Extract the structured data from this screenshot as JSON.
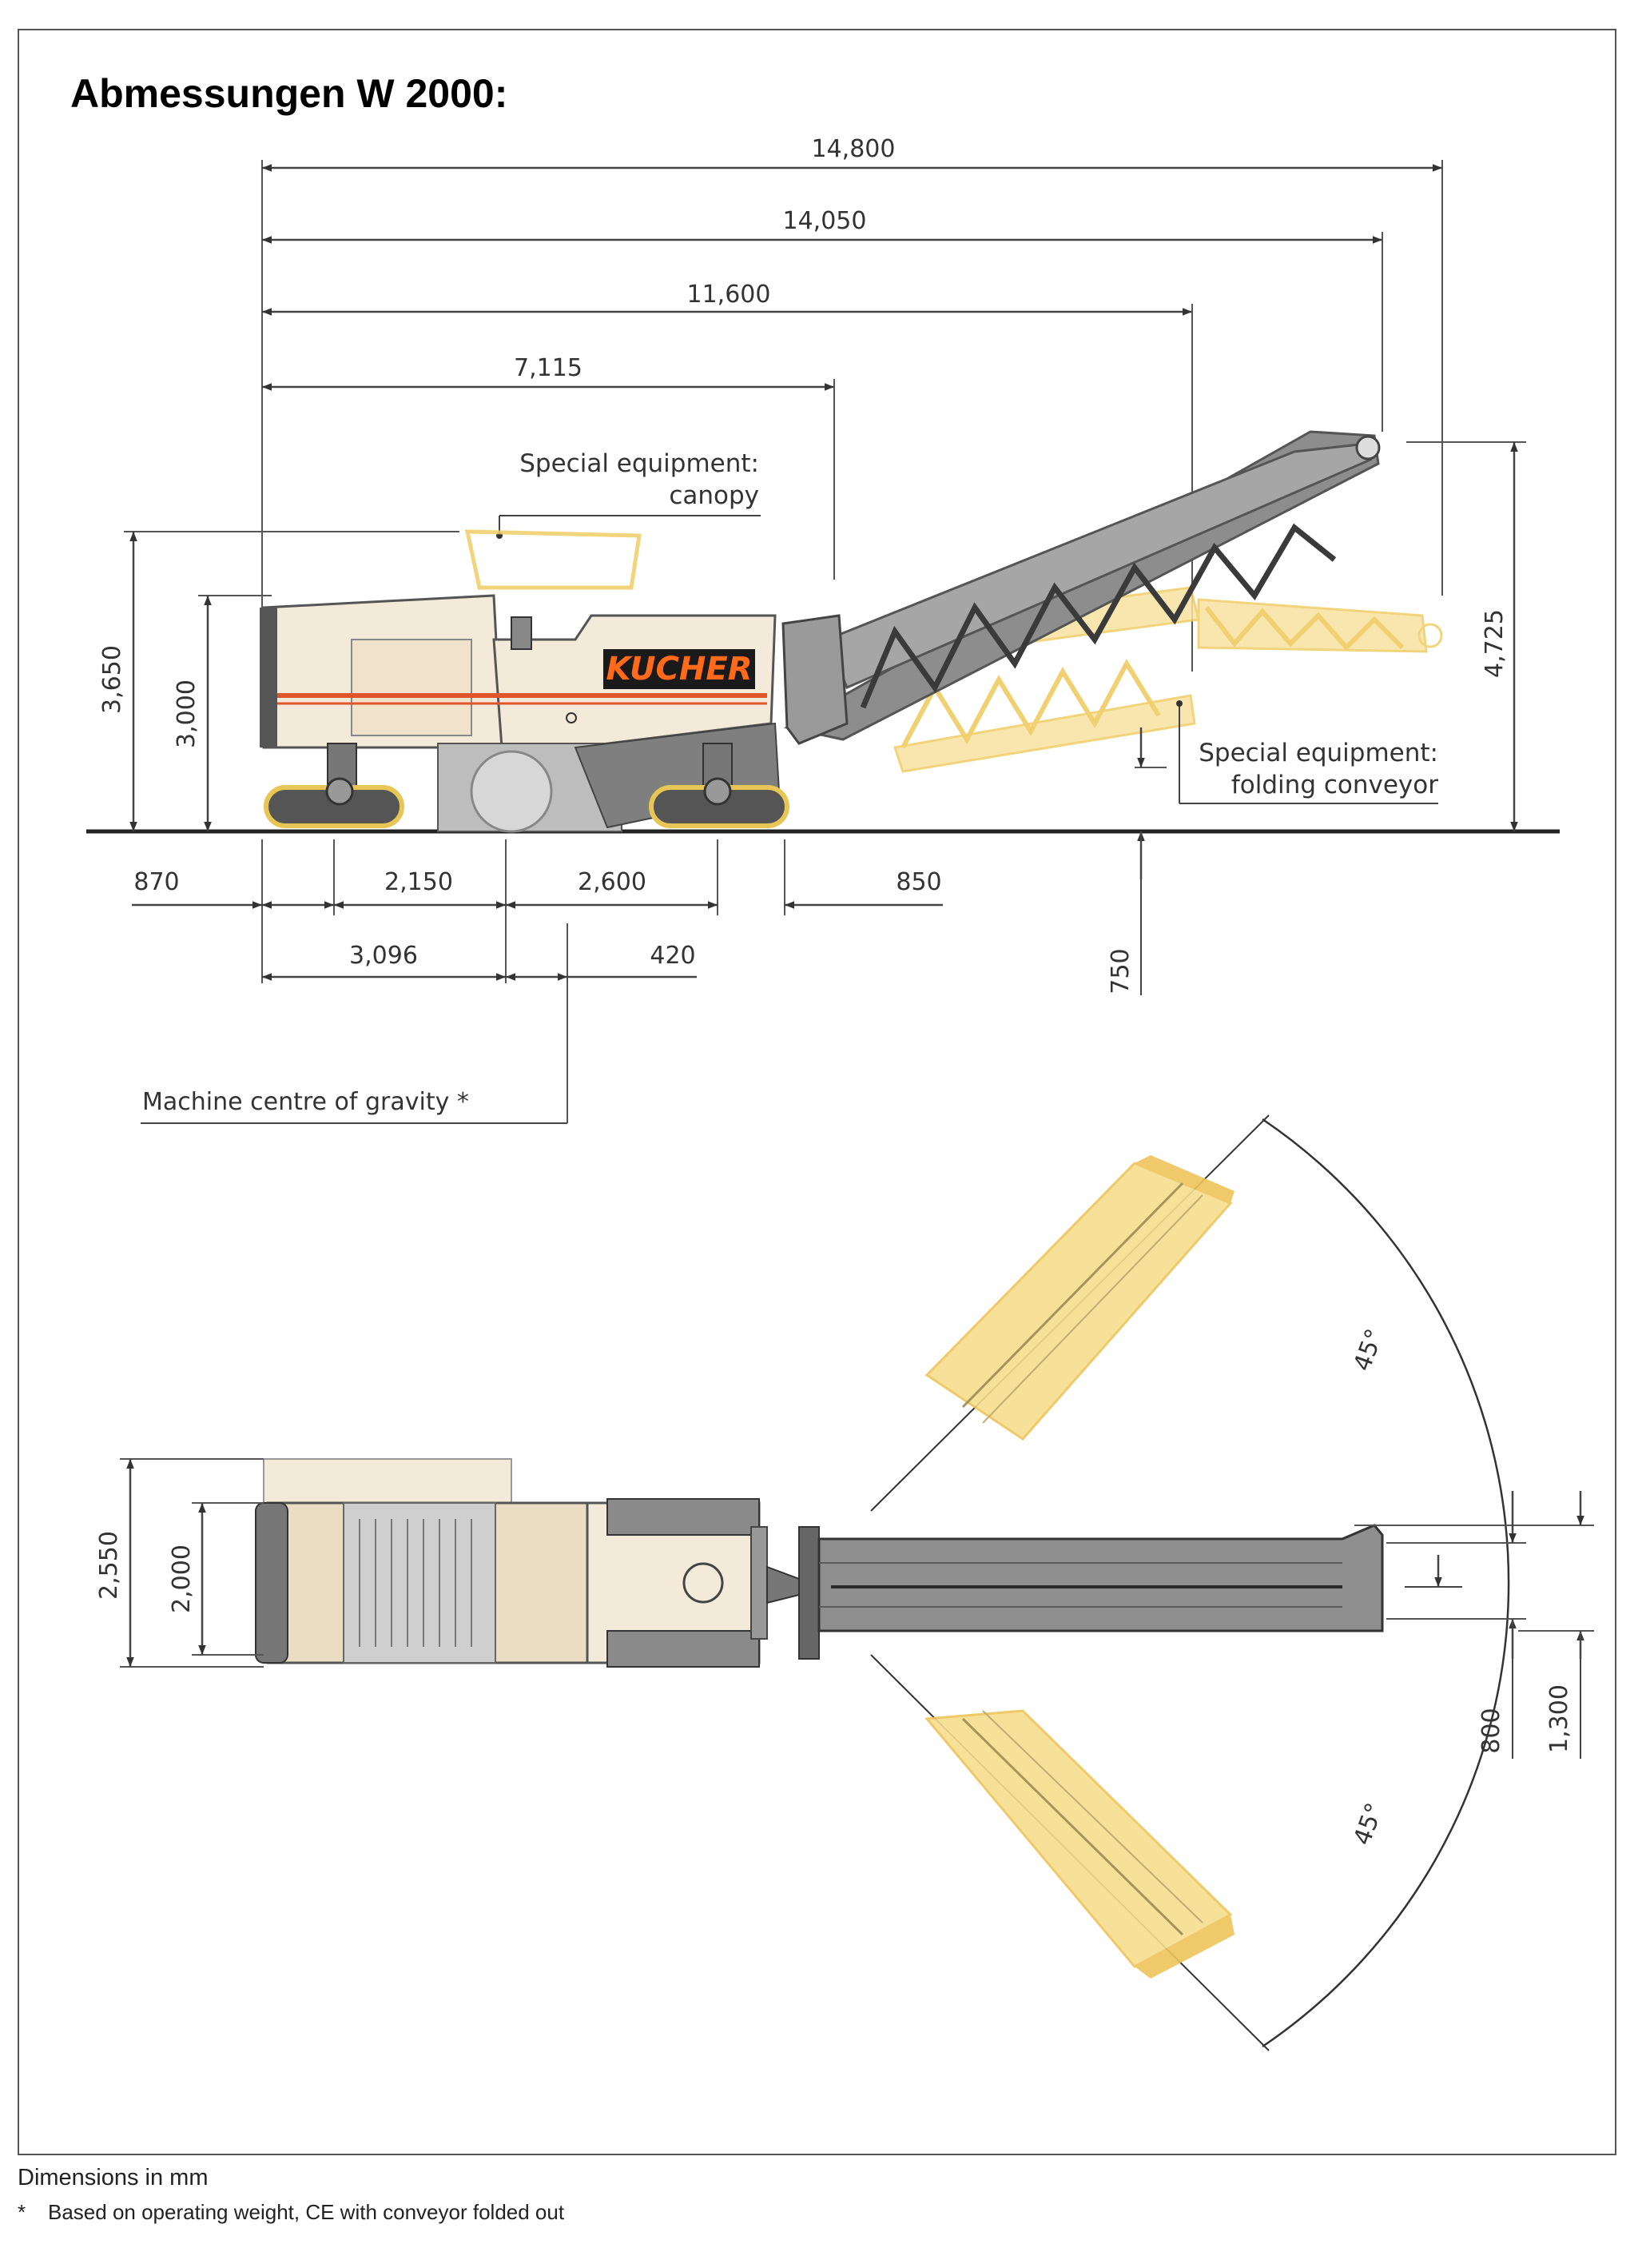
{
  "title": "Abmessungen W 2000:",
  "brand_logo": "KUCHER",
  "side_view": {
    "overall_dims": [
      "14,800",
      "14,050",
      "11,600",
      "7,115"
    ],
    "height_dims": [
      "3,650",
      "3,000",
      "4,725"
    ],
    "bottom_dims_row1": [
      "870",
      "2,150",
      "2,600",
      "850"
    ],
    "bottom_dims_row2": [
      "3,096",
      "420"
    ],
    "clearance_dim": "750",
    "callout_canopy_line1": "Special equipment:",
    "callout_canopy_line2": "canopy",
    "callout_conveyor_line1": "Special equipment:",
    "callout_conveyor_line2": "folding conveyor",
    "cog_label": "Machine centre of gravity *"
  },
  "top_view": {
    "width_dims": [
      "2,550",
      "2,000"
    ],
    "offset_dims": [
      "800",
      "1,300"
    ],
    "swing_angles": [
      "45°",
      "45°"
    ]
  },
  "footer": {
    "units_note": "Dimensions in mm",
    "note_marker": "*",
    "note_text": "Based on operating weight, CE with conveyor folded out"
  },
  "colors": {
    "machine_body": "#f3ead9",
    "conveyor_frame": "#7a7a7a",
    "folded_conveyor": "#f5d77a",
    "accent_stripe": "#e0552a",
    "logo_background": "#1a1a1a",
    "logo_text": "#ff6a1a"
  }
}
